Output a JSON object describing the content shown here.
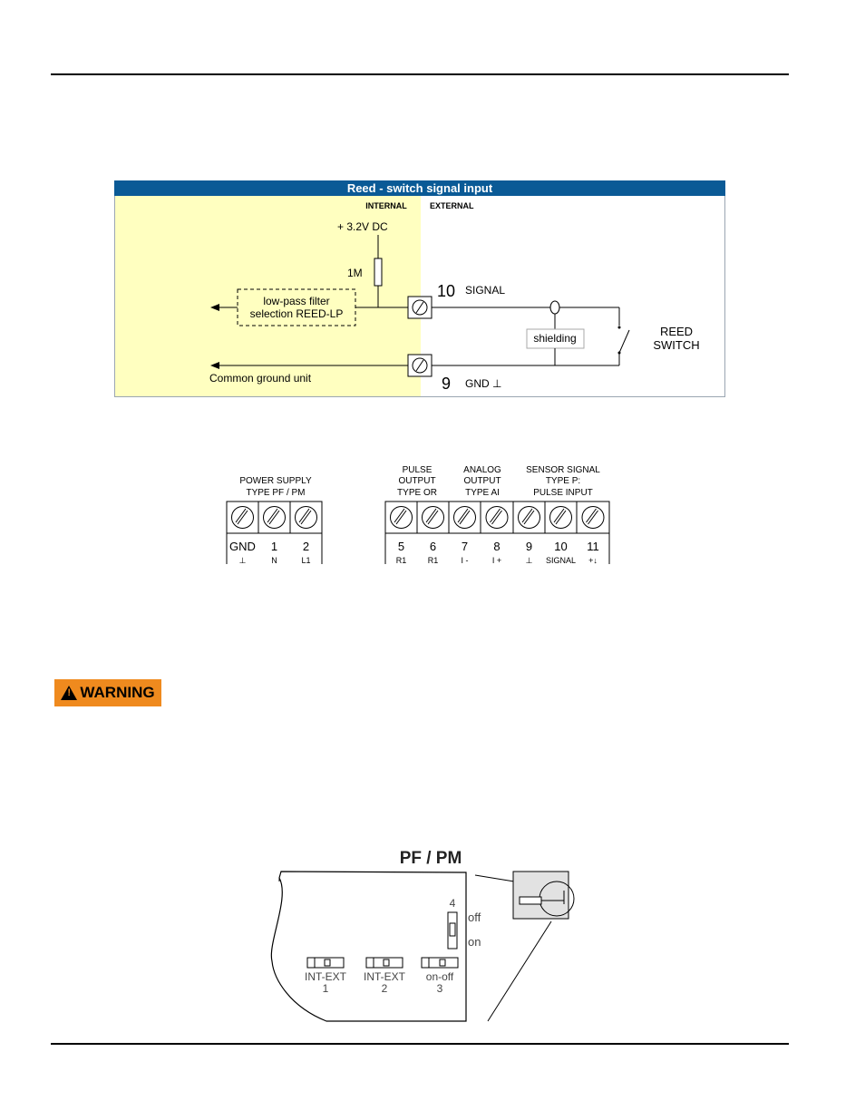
{
  "reed_diagram": {
    "title": "Reed - switch signal input",
    "internal_label": "INTERNAL",
    "external_label": "EXTERNAL",
    "supply": "+ 3.2V DC",
    "resistor": "1M",
    "filter_line1": "low-pass filter",
    "filter_line2": "selection REED-LP",
    "terminal_signal_num": "10",
    "terminal_signal_label": "SIGNAL",
    "terminal_gnd_num": "9",
    "terminal_gnd_label": "GND ⊥",
    "shielding": "shielding",
    "switch_line1": "REED",
    "switch_line2": "SWITCH",
    "common_ground": "Common ground unit",
    "colors": {
      "title_bar": "#0a5a96",
      "internal_bg": "#ffffc0"
    }
  },
  "terminal_block": {
    "power_group": {
      "line1": "POWER SUPPLY",
      "line2": "TYPE PF / PM"
    },
    "pulse_group": {
      "line1": "PULSE",
      "line2": "OUTPUT",
      "line3": "TYPE OR"
    },
    "analog_group": {
      "line1": "ANALOG",
      "line2": "OUTPUT",
      "line3": "TYPE AI"
    },
    "sensor_group": {
      "line1": "SENSOR SIGNAL",
      "line2": "TYPE P:",
      "line3": "PULSE INPUT"
    },
    "power_terminals": [
      {
        "num": "GND",
        "sub": "⊥"
      },
      {
        "num": "1",
        "sub": "N"
      },
      {
        "num": "2",
        "sub": "L1"
      }
    ],
    "io_terminals": [
      {
        "num": "5",
        "sub": "R1"
      },
      {
        "num": "6",
        "sub": "R1"
      },
      {
        "num": "7",
        "sub": "I -"
      },
      {
        "num": "8",
        "sub": "I +"
      },
      {
        "num": "9",
        "sub": "⊥"
      },
      {
        "num": "10",
        "sub": "SIGNAL"
      },
      {
        "num": "11",
        "sub": "+↓"
      }
    ]
  },
  "warning": {
    "label": "WARNING"
  },
  "board_diagram": {
    "title": "PF / PM",
    "switch4_num": "4",
    "off": "off",
    "on": "on",
    "jumpers": [
      {
        "label": "INT-EXT",
        "num": "1"
      },
      {
        "label": "INT-EXT",
        "num": "2"
      },
      {
        "label": "on-off",
        "num": "3"
      }
    ]
  }
}
